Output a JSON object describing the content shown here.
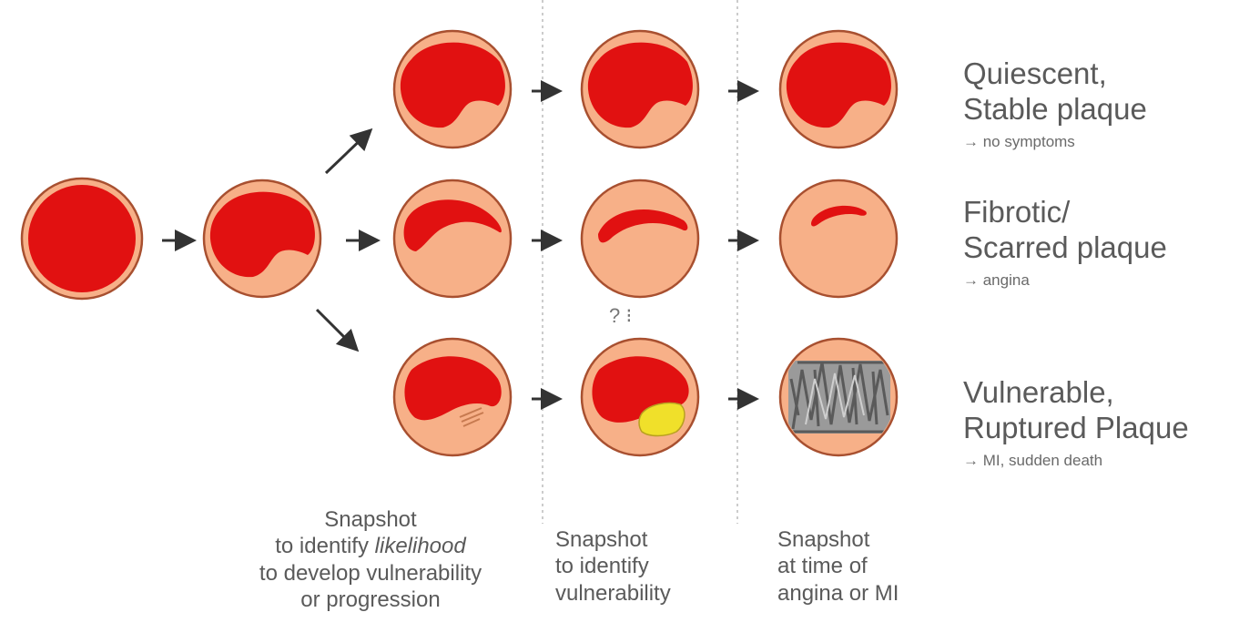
{
  "colors": {
    "lumen": "#e11111",
    "wall": "#f7b088",
    "outline": "#a85030",
    "lipid": "#f0e02a",
    "fibrous_lines": "#c77a50",
    "thrombus": "#888888",
    "arrow": "#333333",
    "divider": "#bbbbbb"
  },
  "stages": {
    "normal": "normal-vessel",
    "early": "early-plaque",
    "stable": "stable-plaque",
    "fibrotic": "fibrotic-plaque",
    "vulnerable": "vulnerable-plaque",
    "ruptured": "ruptured-plaque"
  },
  "outcomes": [
    {
      "title_line1": "Quiescent,",
      "title_line2": "Stable plaque",
      "note": "→ no symptoms"
    },
    {
      "title_line1": "Fibrotic/",
      "title_line2": "Scarred plaque",
      "note": "→ angina"
    },
    {
      "title_line1": "Vulnerable,",
      "title_line2": "Ruptured Plaque",
      "note": "→ MI, sudden death"
    }
  ],
  "uncertainty_marker": "? ⁝",
  "snapshots": [
    {
      "line1": "Snapshot",
      "line2a": "to identify ",
      "line2b": "likelihood",
      "line3": "to develop vulnerability",
      "line4": "or progression"
    },
    {
      "line1": "Snapshot",
      "line2": "to identify",
      "line3": "vulnerability"
    },
    {
      "line1": "Snapshot",
      "line2": "at time of",
      "line3": "angina or MI"
    }
  ]
}
